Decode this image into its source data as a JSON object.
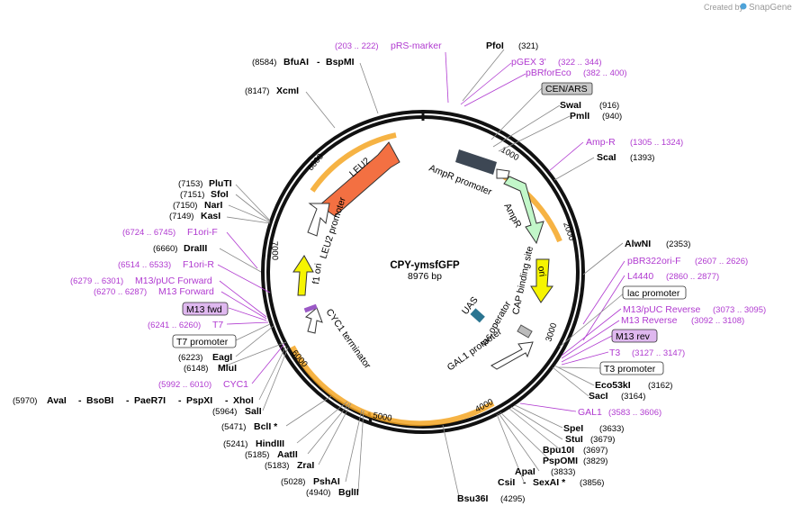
{
  "watermark": {
    "created_by": "Created by",
    "brand": "SnapGene"
  },
  "plasmid": {
    "name": "CPY-ymsfGFP",
    "size": "8976 bp"
  },
  "ticks": [
    "1000",
    "2000",
    "3000",
    "4000",
    "5000",
    "6000",
    "7000",
    "8000"
  ],
  "features": {
    "leu2": "LEU2",
    "leu2_promoter": "LEU2 promoter",
    "f1_ori": "f1 ori",
    "cyc1_terminator": "CYC1 terminator",
    "ampr_promoter": "AmpR promoter",
    "ampr": "AmpR",
    "ori": "ori",
    "cap_site": "CAP binding site",
    "lac_operator": "lac operator",
    "gal1_promoter": "GAL1 promoter",
    "uas": "UAS"
  },
  "right_labels": {
    "pfoi": {
      "name": "PfoI",
      "num": "(321)"
    },
    "prs": {
      "range": "(203 .. 222)",
      "name": "pRS-marker"
    },
    "pgex": {
      "name": "pGEX 3'",
      "range": "(322 .. 344)"
    },
    "pbrforeco": {
      "name": "pBRforEco",
      "range": "(382 .. 400)"
    },
    "cenars": "CEN/ARS",
    "swai": {
      "name": "SwaI",
      "num": "(916)"
    },
    "pmli": {
      "name": "PmlI",
      "num": "(940)"
    },
    "ampr_primer": {
      "name": "Amp-R",
      "range": "(1305 .. 1324)"
    },
    "scai": {
      "name": "ScaI",
      "num": "(1393)"
    },
    "alwni": {
      "name": "AlwNI",
      "num": "(2353)"
    },
    "pbr322": {
      "name": "pBR322ori-F",
      "range": "(2607 .. 2626)"
    },
    "l4440": {
      "name": "L4440",
      "range": "(2860 .. 2877)"
    },
    "lac_promoter": "lac promoter",
    "m13puc_rev": {
      "name": "M13/pUC Reverse",
      "range": "(3073 .. 3095)"
    },
    "m13_reverse": {
      "name": "M13 Reverse",
      "range": "(3092 .. 3108)"
    },
    "m13rev_box": "M13 rev",
    "t3": {
      "name": "T3",
      "range": "(3127 .. 3147)"
    },
    "t3_promoter": "T3 promoter",
    "eco53ki": {
      "name": "Eco53kI",
      "num": "(3162)"
    },
    "saci": {
      "name": "SacI",
      "num": "(3164)"
    },
    "gal1": {
      "name": "GAL1",
      "range": "(3583 .. 3606)"
    },
    "spei": {
      "name": "SpeI",
      "num": "(3633)"
    },
    "stui": {
      "name": "StuI",
      "num": "(3679)"
    },
    "bpu10i": {
      "name": "Bpu10I",
      "num": "(3697)"
    },
    "pspomi": {
      "name": "PspOMI",
      "num": "(3829)"
    },
    "apai": {
      "name": "ApaI",
      "num": "(3833)"
    },
    "csii": {
      "name": "CsiI",
      "sep": "-",
      "name2": "SexAI *",
      "num": "(3856)"
    },
    "bsu36i": {
      "name": "Bsu36I",
      "num": "(4295)"
    }
  },
  "left_labels": {
    "bfuai": {
      "num": "(8584)",
      "name": "BfuAI",
      "sep": "-",
      "name2": "BspMI"
    },
    "xcmi": {
      "num": "(8147)",
      "name": "XcmI"
    },
    "pluti": {
      "num": "(7153)",
      "name": "PluTI"
    },
    "sfoi": {
      "num": "(7151)",
      "name": "SfoI"
    },
    "nari": {
      "num": "(7150)",
      "name": "NarI"
    },
    "kasi": {
      "num": "(7149)",
      "name": "KasI"
    },
    "f1orif": {
      "range": "(6724 .. 6745)",
      "name": "F1ori-F"
    },
    "draiii": {
      "num": "(6660)",
      "name": "DraIII"
    },
    "f1orir": {
      "range": "(6514 .. 6533)",
      "name": "F1ori-R"
    },
    "m13puc_fwd": {
      "range": "(6279 .. 6301)",
      "name": "M13/pUC Forward"
    },
    "m13_forward": {
      "range": "(6270 .. 6287)",
      "name": "M13 Forward"
    },
    "m13fwd_box": "M13 fwd",
    "t7": {
      "range": "(6241 .. 6260)",
      "name": "T7"
    },
    "t7_promoter": "T7 promoter",
    "eagi": {
      "num": "(6223)",
      "name": "EagI"
    },
    "mlui": {
      "num": "(6148)",
      "name": "MluI"
    },
    "cyc1": {
      "range": "(5992 .. 6010)",
      "name": "CYC1"
    },
    "avai_group": {
      "num": "(5970)",
      "n1": "AvaI",
      "n2": "BsoBI",
      "n3": "PaeR7I",
      "n4": "PspXI",
      "n5": "XhoI",
      "sep": "-"
    },
    "sali": {
      "num": "(5964)",
      "name": "SalI"
    },
    "bcli": {
      "num": "(5471)",
      "name": "BclI *"
    },
    "hindiii": {
      "num": "(5241)",
      "name": "HindIII"
    },
    "aatii": {
      "num": "(5185)",
      "name": "AatII"
    },
    "zrai": {
      "num": "(5183)",
      "name": "ZraI"
    },
    "pshai": {
      "num": "(5028)",
      "name": "PshAI"
    },
    "bglii": {
      "num": "(4940)",
      "name": "BglII"
    }
  }
}
